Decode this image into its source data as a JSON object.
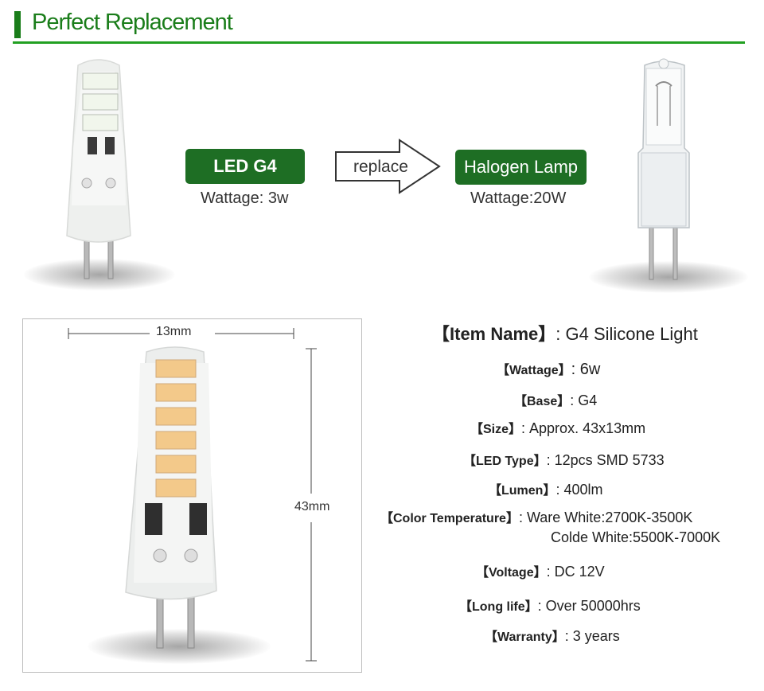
{
  "header": {
    "title": "Perfect Replacement"
  },
  "comparison": {
    "led_label": "LED G4",
    "led_wattage": "Wattage: 3w",
    "arrow_label": "replace",
    "halogen_label": "Halogen Lamp",
    "halogen_wattage": "Wattage:20W"
  },
  "dimensions": {
    "width": "13mm",
    "height": "43mm"
  },
  "specs": {
    "item_name": {
      "label": "【Item Name】",
      "value": ": G4 Silicone Light"
    },
    "wattage": {
      "label": "【Wattage】",
      "value": ": 6w"
    },
    "base": {
      "label": "【Base】",
      "value": ": G4"
    },
    "size": {
      "label": "【Size】",
      "value": ": Approx. 43x13mm"
    },
    "led_type": {
      "label": "【LED Type】",
      "value": ": 12pcs  SMD 5733"
    },
    "lumen": {
      "label": "【Lumen】",
      "value": ": 400lm"
    },
    "color_temperature": {
      "label": "【Color Temperature】",
      "value": ": Ware White:2700K-3500K",
      "value2": "Colde White:5500K-7000K"
    },
    "voltage": {
      "label": "【Voltage】",
      "value": ": DC 12V"
    },
    "long_life": {
      "label": "【Long life】",
      "value": ": Over 50000hrs"
    },
    "warranty": {
      "label": "【Warranty】",
      "value": ": 3 years"
    }
  },
  "colors": {
    "brand_green": "#1a7d1a",
    "pill_green": "#1e6e24",
    "led_chip_cool": "#f4f7ee",
    "led_chip_warm": "#f3c98a"
  }
}
